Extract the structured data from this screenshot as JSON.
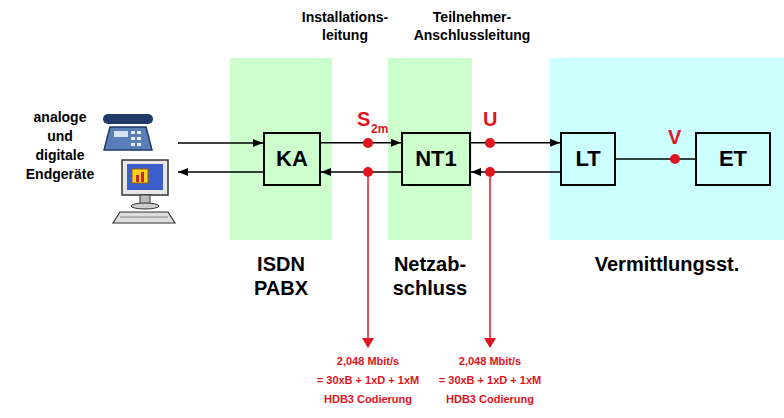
{
  "diagram": {
    "nodes": [
      {
        "text": [
          "ISDN PABX"
        ]
      },
      {
        "text": [
          "KA"
        ],
        "in": 0
      },
      {
        "text": [
          "Netzab- schluss"
        ]
      },
      {
        "text": [
          "NT1"
        ],
        "in": 2
      },
      {
        "text": [
          "Vermittlungsst."
        ]
      },
      {
        "text": [
          "LT"
        ],
        "in": 4
      },
      {
        "text": [
          "ET"
        ],
        "in": 4
      }
    ],
    "edges": [
      {
        "from": 1,
        "to": 3,
        "arrow": "to"
      },
      {
        "from": 3,
        "to": 1,
        "arrow": "to"
      },
      {
        "from": 3,
        "to": 5,
        "arrow": "to"
      },
      {
        "from": 5,
        "to": 3,
        "arrow": "to"
      },
      {
        "from": 5,
        "to": 6,
        "arrow": "none"
      }
    ],
    "labels": [
      "Installations- leitung",
      "Teilnehmer- Anschlussleitung",
      "analoge und digitale Endgeräte",
      "S",
      "2m",
      "U",
      "V",
      "2,048 Mbit/s",
      "= 30xB + 1xD + 1xM",
      "HDB3 Codierung",
      "2,048 Mbit/s",
      "= 30xB + 1xD + 1xM",
      "HDB3 Codierung"
    ]
  }
}
